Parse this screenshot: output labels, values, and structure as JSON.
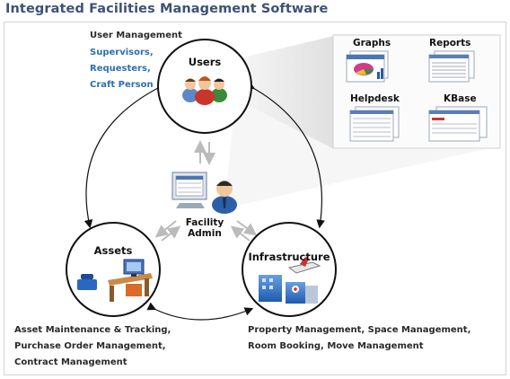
{
  "title": "Integrated Facilities Management Software",
  "colors": {
    "title": "#3c5275",
    "link_text": "#2f6fb0",
    "panel_bg": "#fbfbfb",
    "beam": "#e9e9e9"
  },
  "nodes": {
    "users": {
      "label": "Users"
    },
    "assets": {
      "label": "Assets"
    },
    "infrastructure": {
      "label": "Infrastructure"
    }
  },
  "center": {
    "line1": "Facility",
    "line2": "Admin"
  },
  "user_management": {
    "heading": "User Management",
    "items": [
      "Supervisors,",
      "Requesters,",
      "Craft Person"
    ]
  },
  "assets_text": [
    "Asset Maintenance & Tracking,",
    "Purchase Order Management,",
    "Contract Management"
  ],
  "infra_text": [
    "Property Management, Space Management,",
    "Room Booking, Move Management"
  ],
  "panel": {
    "items": [
      "Graphs",
      "Reports",
      "Helpdesk",
      "KBase"
    ]
  },
  "icons": [
    "users-group-icon",
    "desk-computer-icon",
    "buildings-airplane-icon",
    "admin-computer-icon"
  ]
}
